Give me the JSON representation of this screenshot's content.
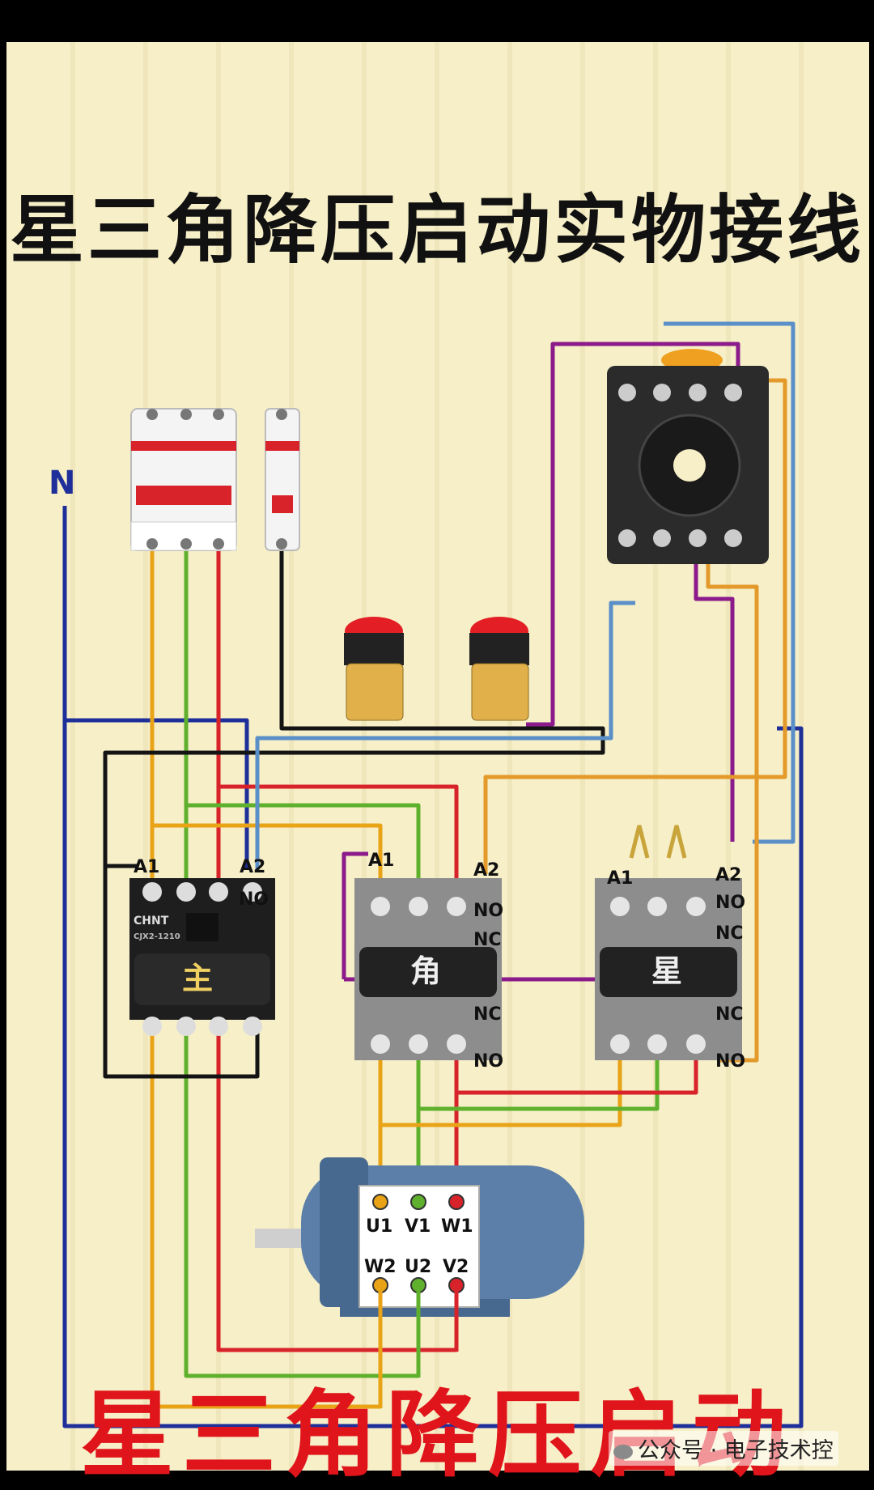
{
  "title": "星三角降压启动实物接线",
  "banner": "星三角降压启动",
  "watermark": "公众号 · 电子技术控",
  "neutral_label": "N",
  "contactors": {
    "main": {
      "name": "主",
      "brand": "CHNT",
      "model": "CJX2-1210",
      "a1": "A1",
      "a2": "A2",
      "no": "NO"
    },
    "delta": {
      "name": "角",
      "a1": "A1",
      "a2": "A2",
      "no1": "NO",
      "nc1": "NC",
      "nc2": "NC",
      "no2": "NO"
    },
    "star": {
      "name": "星",
      "a1": "A1",
      "a2": "A2",
      "no1": "NO",
      "nc1": "NC",
      "nc2": "NC",
      "no2": "NO"
    }
  },
  "motor_terminals": [
    "U1",
    "V1",
    "W1",
    "W2",
    "U2",
    "V2"
  ],
  "colors": {
    "background": "#f6efc8",
    "phase_yellow": "#e8a317",
    "phase_green": "#5fb02c",
    "phase_red": "#d8232a",
    "neutral_blue": "#1f2f9a",
    "control_black": "#141414",
    "timer_purple": "#8b1a8b",
    "timer_lightblue": "#5a8fc8",
    "timer_orange": "#e49a2a",
    "title_red": "#e0151b"
  }
}
